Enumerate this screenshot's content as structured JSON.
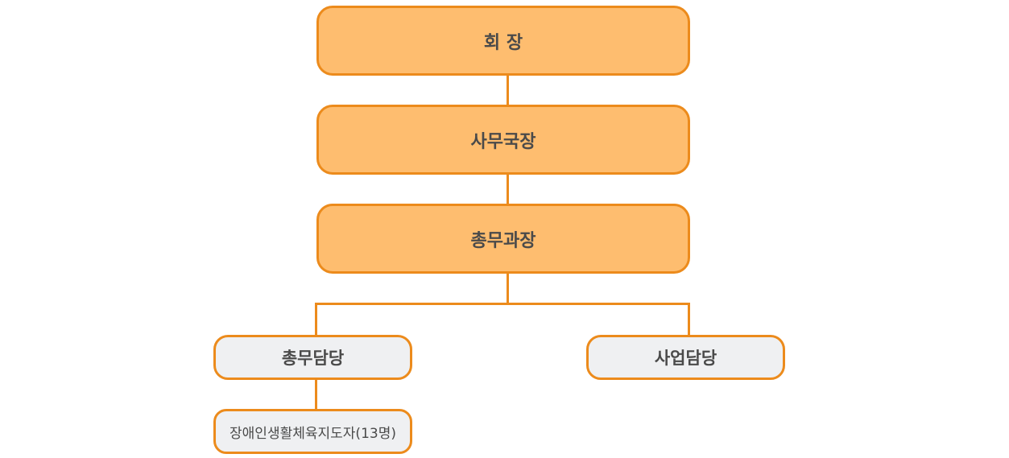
{
  "org_chart": {
    "chairman": "회 장",
    "secretary_general": "사무국장",
    "general_affairs_manager": "총무과장",
    "general_affairs_staff": "총무담당",
    "business_staff": "사업담당",
    "instructors": "장애인생활체육지도자(13명)"
  },
  "colors": {
    "line": "#ec8b1c",
    "main_fill": "#febd6f",
    "sub_fill": "#eff0f2",
    "text": "#4a4a4a"
  }
}
